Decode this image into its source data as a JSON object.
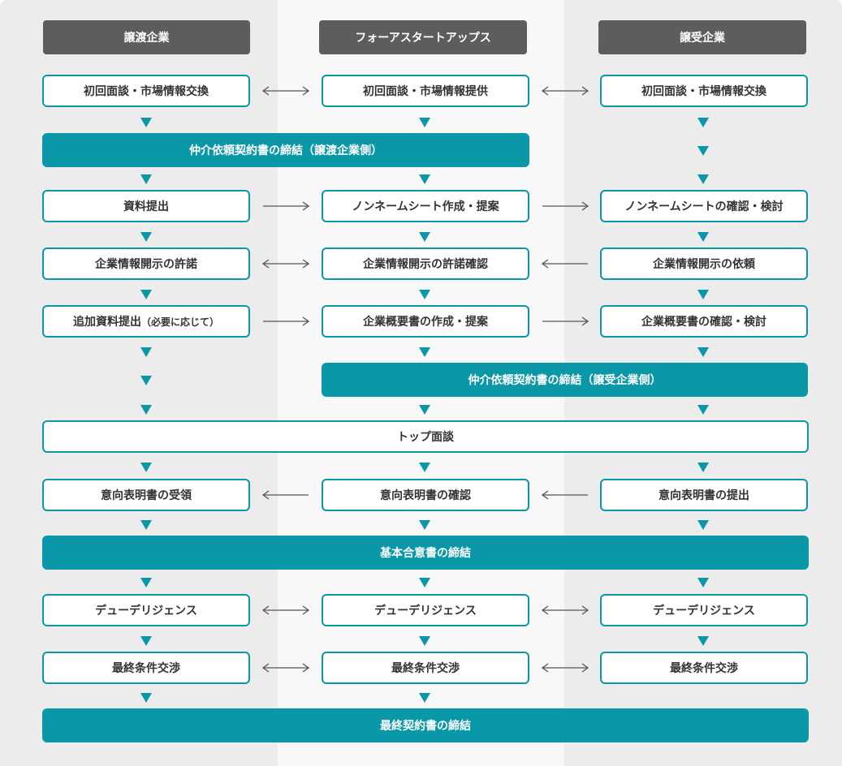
{
  "colors": {
    "teal": "#0a97a8",
    "header_gray": "#5d5d5d",
    "text": "#333333",
    "column_bg": "#ececec",
    "middle_bg": "#f8f8f8"
  },
  "headers": {
    "left": "譲渡企業",
    "middle": "フォーアスタートアップス",
    "right": "譲受企業"
  },
  "rows": {
    "r1": {
      "left": "初回面談・市場情報交換",
      "middle": "初回面談・市場情報提供",
      "right": "初回面談・市場情報交換"
    },
    "bar1": "仲介依頼契約書の締結（譲渡企業側）",
    "r3": {
      "left": "資料提出",
      "middle": "ノンネームシート作成・提案",
      "right": "ノンネームシートの確認・検討"
    },
    "r4": {
      "left": "企業情報開示の許諾",
      "middle": "企業情報開示の許諾確認",
      "right": "企業情報開示の依頼"
    },
    "r5": {
      "left": "追加資料提出",
      "left_note": "（必要に応じて）",
      "middle": "企業概要書の作成・提案",
      "right": "企業概要書の確認・検討"
    },
    "bar2": "仲介依頼契約書の締結（譲受企業側）",
    "meeting": "トップ面談",
    "r8": {
      "left": "意向表明書の受領",
      "middle": "意向表明書の確認",
      "right": "意向表明書の提出"
    },
    "bar3": "基本合意書の締結",
    "r10": {
      "left": "デューデリジェンス",
      "middle": "デューデリジェンス",
      "right": "デューデリジェンス"
    },
    "r11": {
      "left": "最終条件交渉",
      "middle": "最終条件交渉",
      "right": "最終条件交渉"
    },
    "bar4": "最終契約書の締結"
  }
}
